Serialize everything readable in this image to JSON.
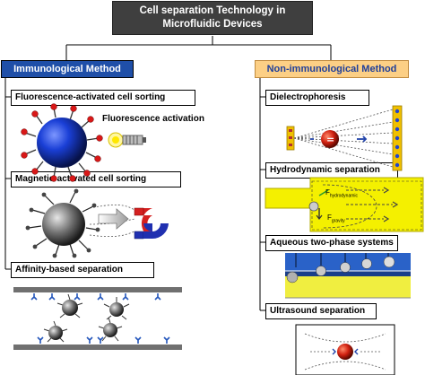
{
  "title": {
    "line1": "Cell separation Technology in",
    "line2": "Microfluidic Devices"
  },
  "categories": {
    "immunological": "Immunological Method",
    "non_immunological": "Non-immunological Method"
  },
  "immunological_methods": [
    "Fluorescence-activated cell sorting",
    "Magnetic-activated cell sorting",
    "Affinity-based separation"
  ],
  "non_immunological_methods": [
    "Dielectrophoresis",
    "Hydrodynamic separation",
    "Aqueous two-phase systems",
    "Ultrasound separation"
  ],
  "annotations": {
    "fluorescence_activation": "Fluorescence activation",
    "force_hydrodynamic": "F",
    "force_hydrodynamic_sub": "hydrodynamic",
    "force_gravity": "F",
    "force_gravity_sub": "gravity"
  },
  "colors": {
    "title_bg": "#3f3f3f",
    "immunological_bg": "#1f4fa8",
    "non_immunological_bg": "#fccf85",
    "cell_blue": "#1a3fd6",
    "antibody_red": "#d81818",
    "magnet_red": "#d42020",
    "magnet_blue": "#2030b0",
    "channel_yellow": "#f4f000",
    "channel_blue": "#1e4fa0",
    "electrode_yellow": "#f0c000"
  }
}
